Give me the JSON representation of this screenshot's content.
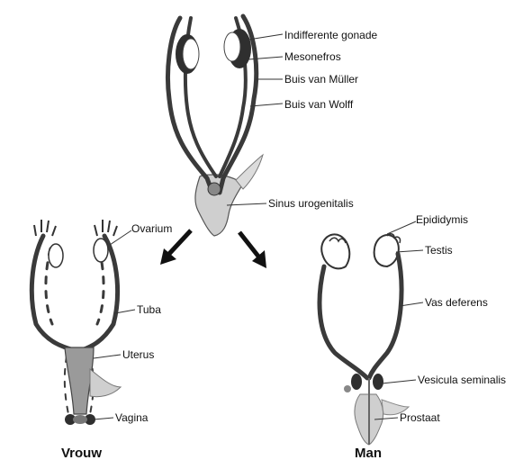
{
  "labels": {
    "indifferent_gonad": "Indifferente gonade",
    "mesonephros": "Mesonefros",
    "mullerian_duct": "Buis van Müller",
    "wolffian_duct": "Buis van Wolff",
    "urogenital_sinus": "Sinus urogenitalis",
    "ovary": "Ovarium",
    "tube": "Tuba",
    "uterus": "Uterus",
    "vagina": "Vagina",
    "epididymis": "Epididymis",
    "testis": "Testis",
    "vas_deferens": "Vas deferens",
    "seminal_vesicle": "Vesicula seminalis",
    "prostate": "Prostaat"
  },
  "captions": {
    "female": "Vrouw",
    "male": "Man"
  }
}
